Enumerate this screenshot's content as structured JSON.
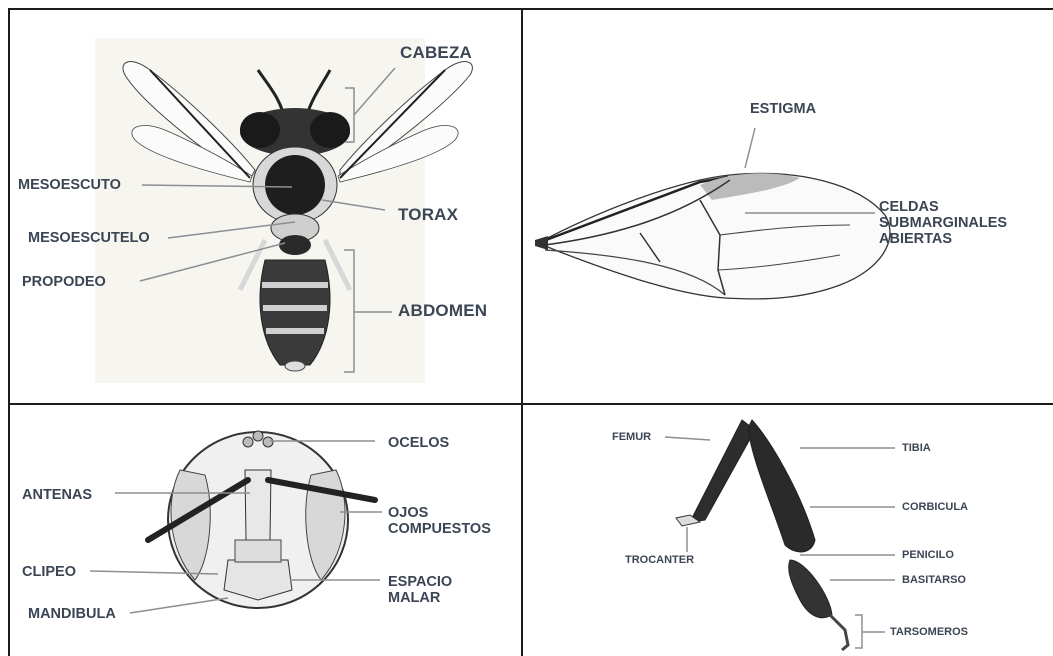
{
  "panels": {
    "bee": {
      "labels": {
        "cabeza": "CABEZA",
        "mesoescuto": "MESOESCUTO",
        "torax": "TORAX",
        "mesoescutelo": "MESOESCUTELO",
        "propodeo": "PROPODEO",
        "abdomen": "ABDOMEN"
      }
    },
    "wing": {
      "labels": {
        "estigma": "ESTIGMA",
        "celdas": "CELDAS\nSUBMARGINALES\nABIERTAS"
      }
    },
    "head": {
      "labels": {
        "ocelos": "OCELOS",
        "antenas": "ANTENAS",
        "ojos": "OJOS\nCOMPUESTOS",
        "clipeo": "CLIPEO",
        "espacio": "ESPACIO\nMALAR",
        "mandibula": "MANDIBULA"
      }
    },
    "leg": {
      "labels": {
        "femur": "FEMUR",
        "tibia": "TIBIA",
        "corbicula": "CORBICULA",
        "trocanter": "TROCANTER",
        "penicilo": "PENICILO",
        "basitarso": "BASITARSO",
        "tarsomeros": "TARSOMEROS"
      }
    }
  },
  "colors": {
    "label": "#3c4554",
    "leader": "#8a8f94",
    "border": "#1c1c1c",
    "ink": "#2a2a2a"
  }
}
